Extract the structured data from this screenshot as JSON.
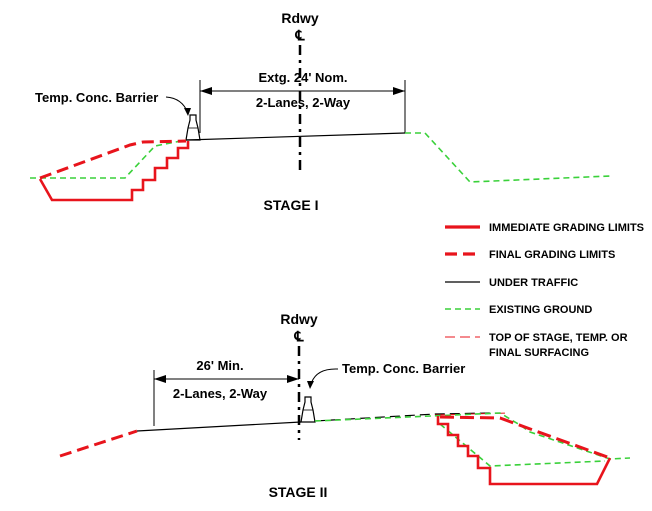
{
  "stage1": {
    "title": "STAGE I",
    "rdwy_label": "Rdwy",
    "cl_symbol": "℄",
    "barrier_label": "Temp.  Conc. Barrier",
    "dim_line1": "Extg. 24' Nom.",
    "dim_line2": "2-Lanes, 2-Way"
  },
  "stage2": {
    "title": "STAGE II",
    "rdwy_label": "Rdwy",
    "cl_symbol": "℄",
    "barrier_label": "Temp. Conc. Barrier",
    "dim_line1": "26' Min.",
    "dim_line2": "2-Lanes, 2-Way"
  },
  "legend": {
    "items": [
      {
        "line1": "IMMEDIATE GRADING LIMITS",
        "line2": "",
        "style": "immediate-grading",
        "color": "#e8141c"
      },
      {
        "line1": "FINAL GRADING LIMITS",
        "line2": "",
        "style": "final-grading",
        "color": "#e8141c"
      },
      {
        "line1": "UNDER TRAFFIC",
        "line2": "",
        "style": "under-traffic",
        "color": "#000000"
      },
      {
        "line1": "EXISTING GROUND",
        "line2": "",
        "style": "existing-ground",
        "color": "#3ad13a"
      },
      {
        "line1": "TOP OF STAGE, TEMP. OR",
        "line2": "FINAL SURFACING",
        "style": "top-of-stage",
        "color": "#e8141c"
      }
    ]
  }
}
